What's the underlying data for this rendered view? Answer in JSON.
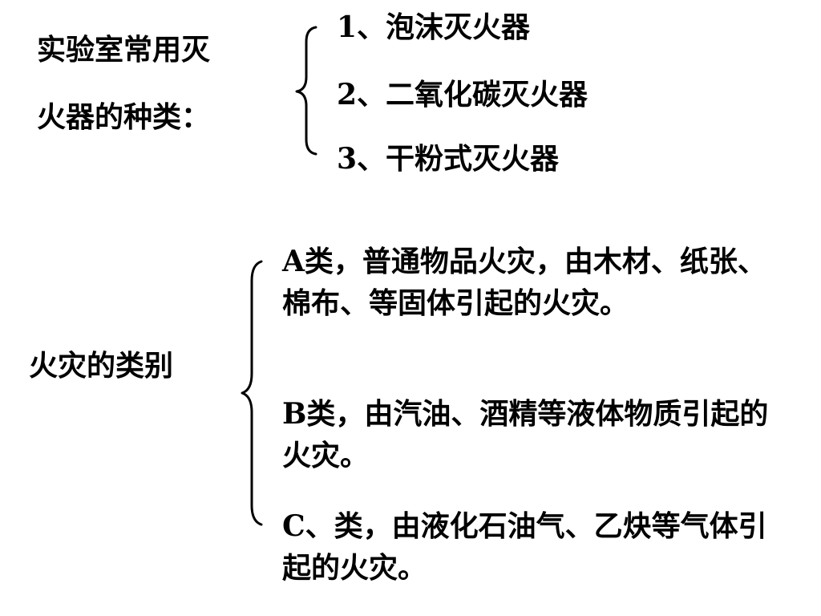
{
  "section1": {
    "heading_line1": "实验室常用灭",
    "heading_line2": "火器的种类：",
    "items": [
      "1、泡沫灭火器",
      "2、二氧化碳灭火器",
      "3、干粉式灭火器"
    ]
  },
  "section2": {
    "heading": "火灾的类别",
    "classes": [
      "A类，普通物品火灾，由木材、纸张、棉布、等固体引起的火灾。",
      "B类，由汽油、酒精等液体物质引起的火灾。",
      "C、类，由液化石油气、乙炔等气体引起的火灾。"
    ]
  }
}
